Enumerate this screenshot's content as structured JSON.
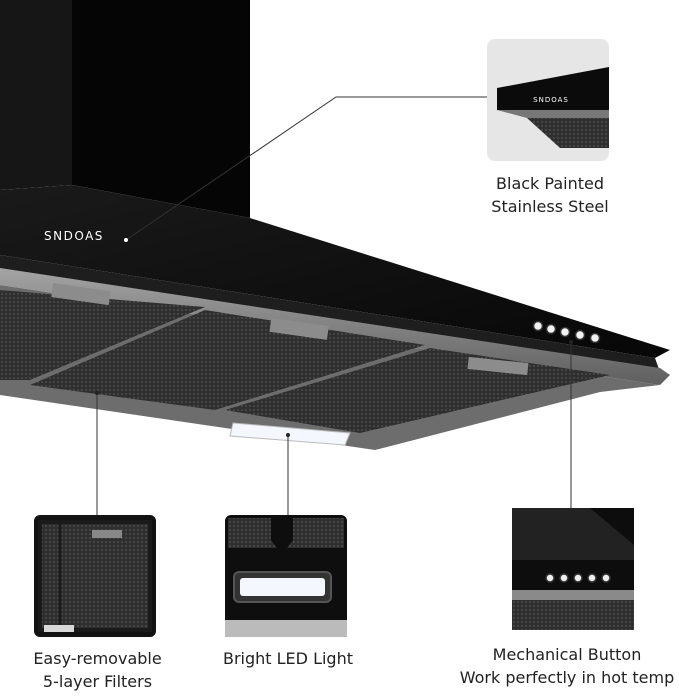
{
  "product": {
    "brand_logo": "SNDOAS",
    "colors": {
      "hood_body": "#0c0c0c",
      "steel_trim": "#8a8a8a",
      "filter_mesh": "#3a3a3a",
      "led": "#f4f6ff",
      "callout_line": "#333333",
      "thumb_bg": "#e6e6e6"
    }
  },
  "callouts": [
    {
      "id": "material",
      "icon": "hood-detail-thumbnail",
      "lines": [
        "Black Painted",
        "Stainless Steel"
      ]
    },
    {
      "id": "filters",
      "icon": "filter-thumbnail",
      "lines": [
        "Easy-removable",
        "5-layer Filters"
      ]
    },
    {
      "id": "light",
      "icon": "led-light-thumbnail",
      "lines": [
        "Bright LED Light"
      ]
    },
    {
      "id": "buttons",
      "icon": "button-panel-thumbnail",
      "lines": [
        "Mechanical Button",
        "Work perfectly in hot temp"
      ]
    }
  ]
}
